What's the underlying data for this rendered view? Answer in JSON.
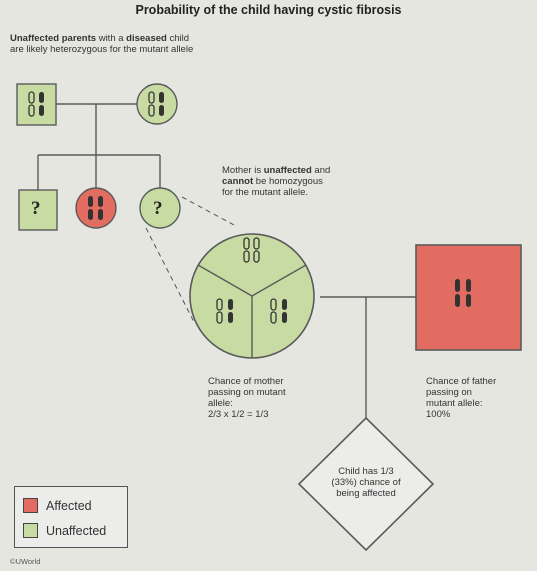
{
  "title": "Probability of the child having cystic fibrosis",
  "colors": {
    "affected": "#e36c62",
    "unaffected": "#c8dba3",
    "line": "#5a5a5a",
    "chromosome": "#333333"
  },
  "parents_note": {
    "part1": "Unaffected parents",
    "part2": " with a ",
    "bold": "diseased",
    "part3": " child are likely heterozygous for the mutant allele"
  },
  "mother_note": {
    "line1_a": "Mother is ",
    "line1_bold": "unaffected",
    "line1_b": " and",
    "line2_bold": "cannot",
    "line2_b": " be homozygous",
    "line3": "for the mutant allele."
  },
  "unknown_marker": "?",
  "mother_chance": {
    "line1": "Chance of mother",
    "line2": "passing on mutant",
    "line3": "allele:",
    "line4": "2/3 x 1/2 = 1/3"
  },
  "father_chance": {
    "line1": "Chance of father",
    "line2": "passing on",
    "line3": "mutant allele:",
    "line4": "100%"
  },
  "child_result": {
    "line1": "Child has 1/3",
    "line2": "(33%) chance of",
    "line3": "being affected"
  },
  "legend": {
    "affected": "Affected",
    "unaffected": "Unaffected"
  },
  "logo": "©UWorld"
}
